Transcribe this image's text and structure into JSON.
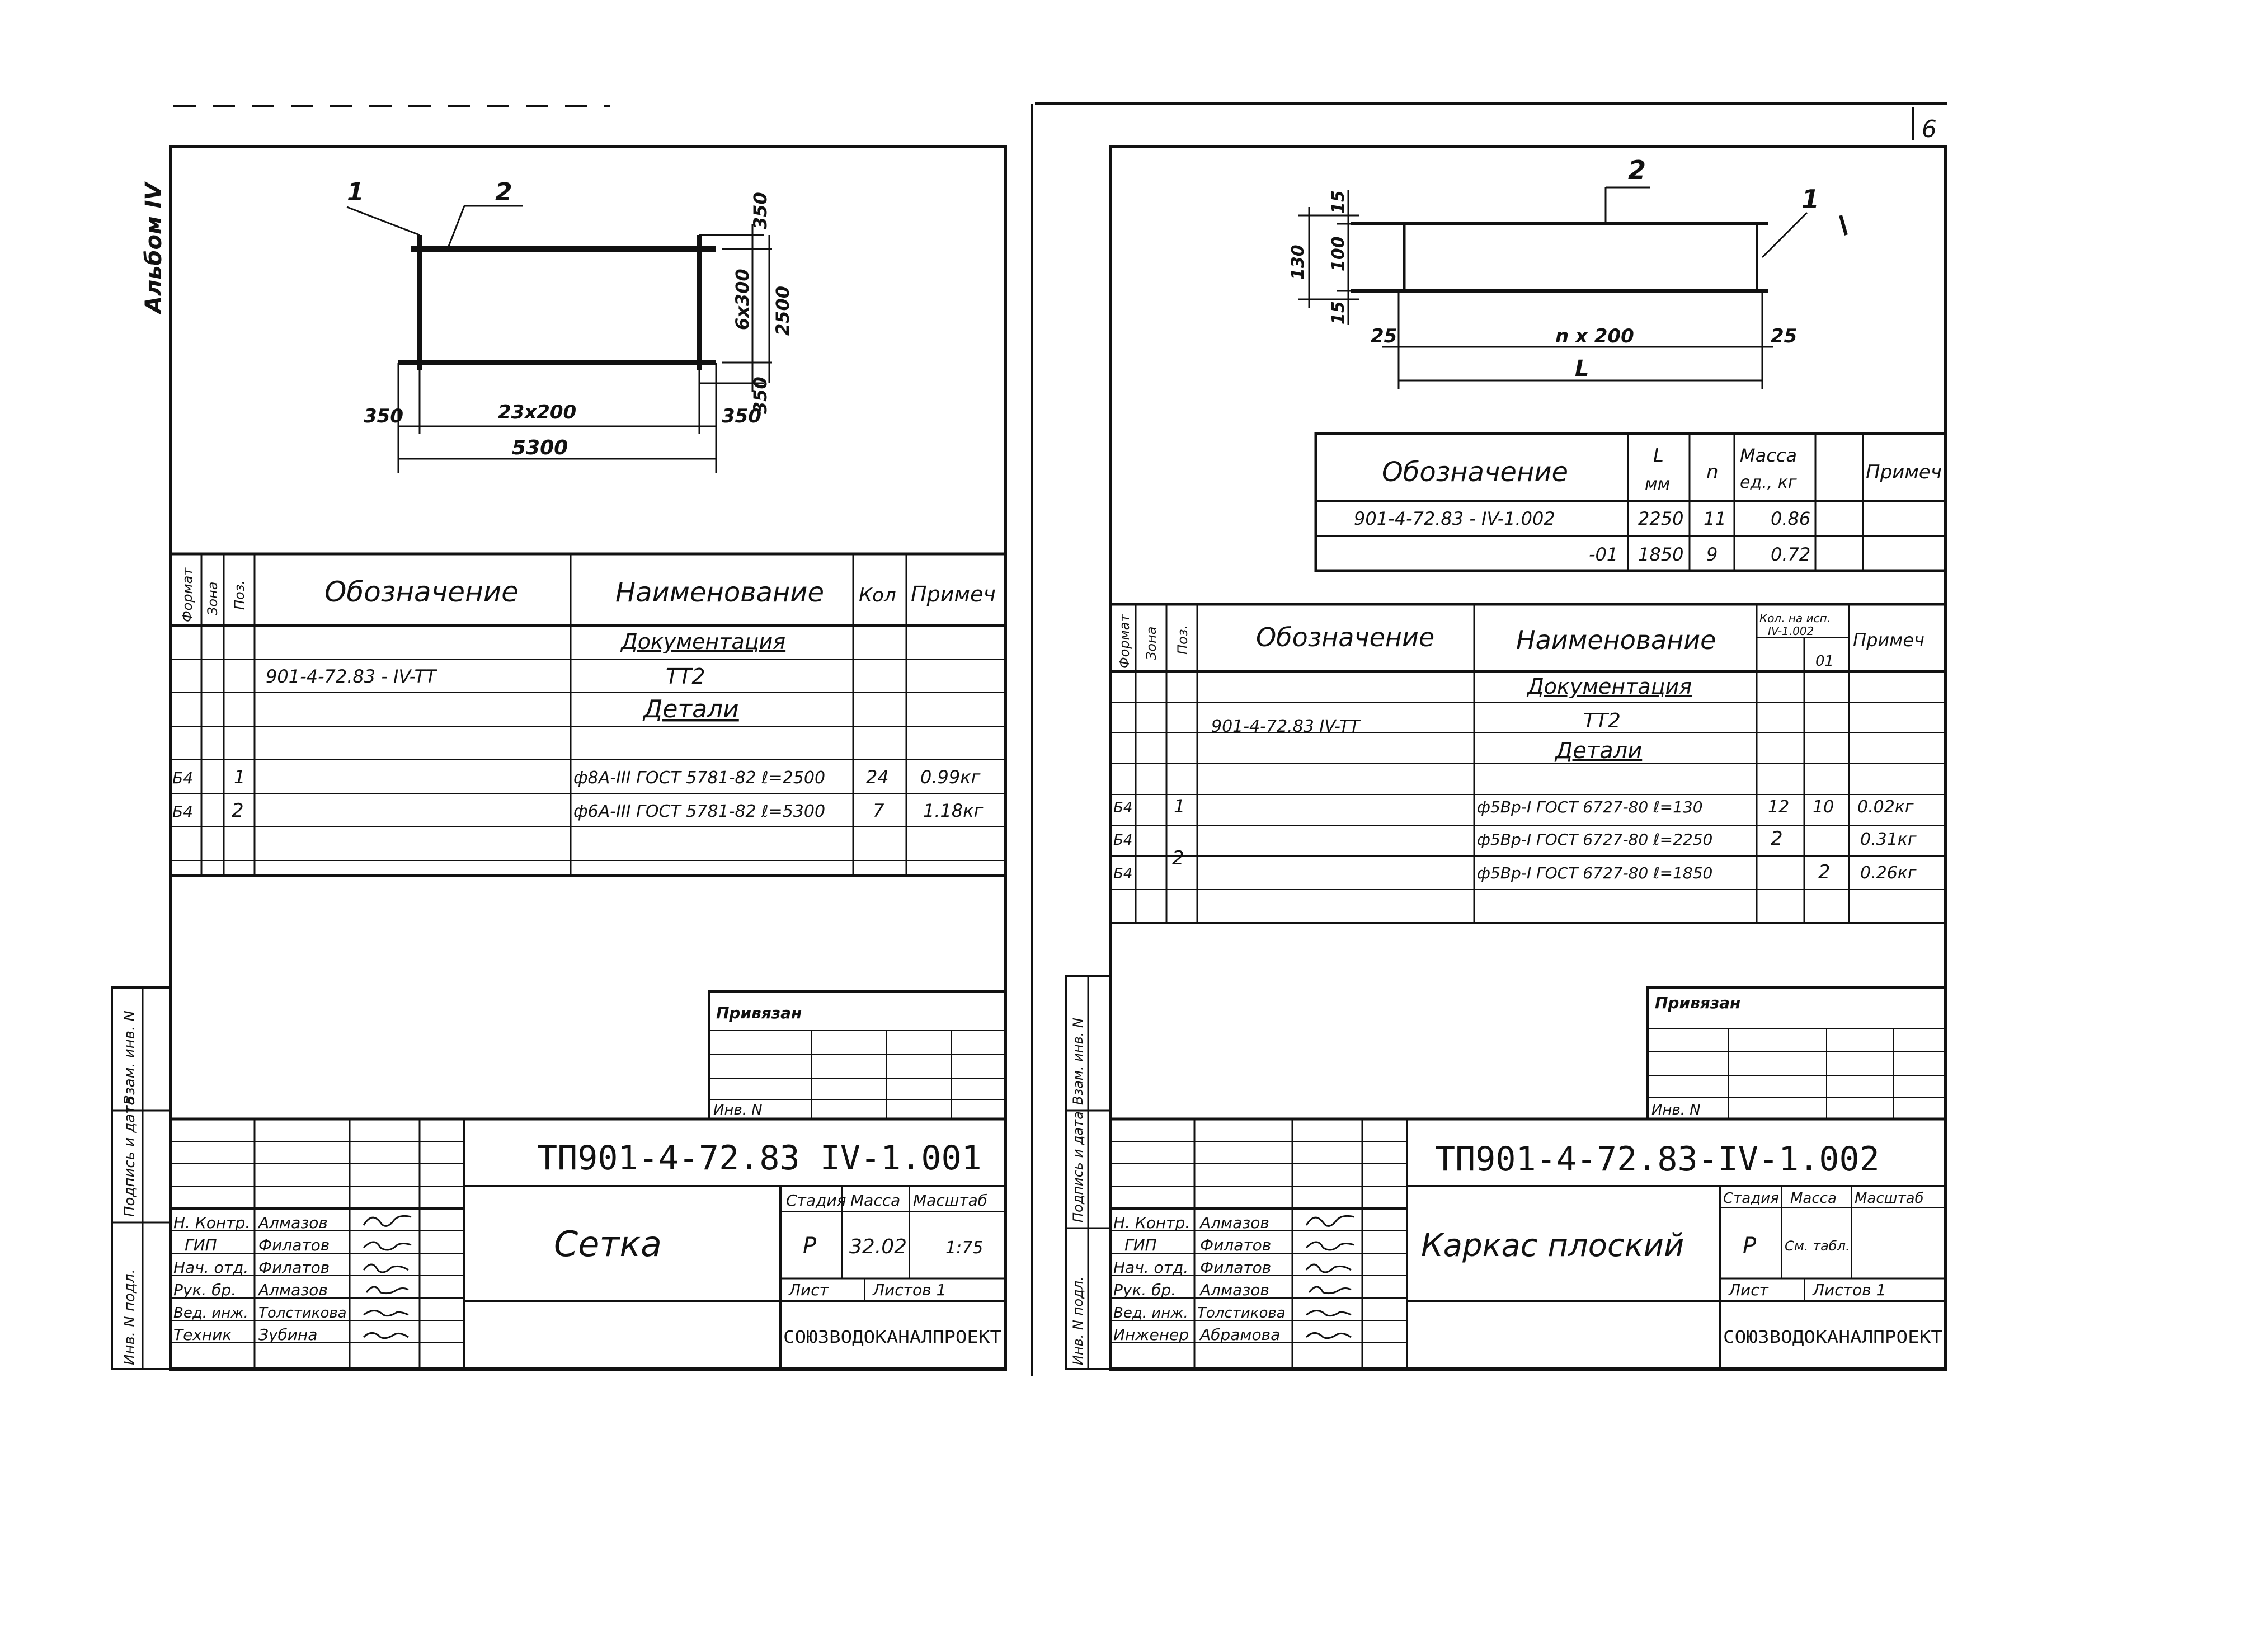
{
  "page_number": "6",
  "album_label": "Альбом IV",
  "side_labels": [
    "Инв. N подл.",
    "Подпись и дата",
    "Взам. инв. N"
  ],
  "sheet1": {
    "drawing": {
      "pos1": "1",
      "pos2": "2",
      "dim_top": "350",
      "dim_mid": "6x300",
      "dim_total": "2500",
      "dim_bottom": "350",
      "dim_left_end": "350",
      "dim_span": "23x200",
      "dim_right_end": "350",
      "dim_length": "5300"
    },
    "spec": {
      "headers": {
        "format": "Формат",
        "zone": "Зона",
        "pos": "Поз.",
        "designation": "Обозначение",
        "name": "Наименование",
        "qty": "Кол",
        "note": "Примеч"
      },
      "rows": [
        {
          "format": "",
          "zone": "",
          "pos": "",
          "designation": "",
          "name": "Документация",
          "qty": "",
          "note": ""
        },
        {
          "format": "",
          "zone": "",
          "pos": "",
          "designation": "901-4-72.83 - IV-TT",
          "name": "TT2",
          "qty": "",
          "note": ""
        },
        {
          "format": "",
          "zone": "",
          "pos": "",
          "designation": "",
          "name": "Детали",
          "qty": "",
          "note": ""
        },
        {
          "format": "Б4",
          "zone": "",
          "pos": "1",
          "designation": "",
          "name": "ф8А-III ГОСТ 5781-82 ℓ=2500",
          "qty": "24",
          "note": "0.99кг"
        },
        {
          "format": "Б4",
          "zone": "",
          "pos": "2",
          "designation": "",
          "name": "ф6А-III ГОСТ 5781-82 ℓ=5300",
          "qty": "7",
          "note": "1.18кг"
        }
      ]
    },
    "privyazan": "Привязан",
    "inv": "Инв. N",
    "doc_code": "ТП901-4-72.83 IV-1.001",
    "title": "Сетка",
    "stage_header": "Стадия",
    "stage": "Р",
    "mass_header": "Масса",
    "mass": "32.02",
    "scale_header": "Масштаб",
    "scale": "1:75",
    "sheet_label": "Лист",
    "sheets_label": "Листов 1",
    "org": "СОЮЗВОДОКАНАЛПРОЕКТ",
    "signers": [
      {
        "role": "Н. Контр.",
        "name": "Алмазов"
      },
      {
        "role": "ГИП",
        "name": "Филатов"
      },
      {
        "role": "Нач. отд.",
        "name": "Филатов"
      },
      {
        "role": "Рук. бр.",
        "name": "Алмазов"
      },
      {
        "role": "Вед. инж.",
        "name": "Толстикова"
      },
      {
        "role": "Техник",
        "name": "Зубина"
      }
    ]
  },
  "sheet2": {
    "drawing": {
      "pos1": "1",
      "pos2": "2",
      "dim_total": "130",
      "dim_top": "15",
      "dim_mid": "100",
      "dim_bottom": "15",
      "dim_left": "25",
      "dim_span": "n x 200",
      "dim_right": "25",
      "dim_length": "L"
    },
    "mark_table": {
      "headers": {
        "designation": "Обозначение",
        "L": "L",
        "L_unit": "мм",
        "n": "n",
        "mass": "Масса",
        "mass_unit": "ед., кг",
        "note": "Примеч"
      },
      "rows": [
        {
          "designation": "901-4-72.83 - IV-1.002",
          "L": "2250",
          "n": "11",
          "mass": "0.86",
          "note": ""
        },
        {
          "designation": "-01",
          "L": "1850",
          "n": "9",
          "mass": "0.72",
          "note": ""
        }
      ]
    },
    "spec": {
      "headers": {
        "format": "Формат",
        "zone": "Зона",
        "pos": "Поз.",
        "designation": "Обозначение",
        "name": "Наименование",
        "qty": "Кол. на исп.",
        "qty_sub1": "IV-1.002",
        "qty_sub2": "01",
        "note": "Примеч"
      },
      "rows": [
        {
          "format": "",
          "zone": "",
          "pos": "",
          "designation": "",
          "name": "Документация",
          "q1": "",
          "q2": "",
          "note": ""
        },
        {
          "format": "",
          "zone": "",
          "pos": "",
          "designation": "901-4-72.83 IV-TT",
          "name": "TT2",
          "q1": "",
          "q2": "",
          "note": ""
        },
        {
          "format": "",
          "zone": "",
          "pos": "",
          "designation": "",
          "name": "Детали",
          "q1": "",
          "q2": "",
          "note": ""
        },
        {
          "format": "Б4",
          "zone": "",
          "pos": "1",
          "designation": "",
          "name": "ф5Вр-I ГОСТ 6727-80 ℓ=130",
          "q1": "12",
          "q2": "10",
          "note": "0.02кг"
        },
        {
          "format": "Б4",
          "zone": "",
          "pos": "2",
          "designation": "",
          "name": "ф5Вр-I ГОСТ 6727-80 ℓ=2250",
          "q1": "2",
          "q2": "",
          "note": "0.31кг"
        },
        {
          "format": "Б4",
          "zone": "",
          "pos": "",
          "designation": "",
          "name": "ф5Вр-I ГОСТ 6727-80 ℓ=1850",
          "q1": "",
          "q2": "2",
          "note": "0.26кг"
        }
      ]
    },
    "privyazan": "Привязан",
    "inv": "Инв. N",
    "doc_code": "ТП901-4-72.83-IV-1.002",
    "title": "Каркас плоский",
    "stage_header": "Стадия",
    "stage": "Р",
    "mass_header": "Масса",
    "mass": "См. табл.",
    "scale_header": "Масштаб",
    "scale": "",
    "sheet_label": "Лист",
    "sheets_label": "Листов 1",
    "org": "СОЮЗВОДОКАНАЛПРОЕКТ",
    "signers": [
      {
        "role": "Н. Контр.",
        "name": "Алмазов"
      },
      {
        "role": "ГИП",
        "name": "Филатов"
      },
      {
        "role": "Нач. отд.",
        "name": "Филатов"
      },
      {
        "role": "Рук. бр.",
        "name": "Алмазов"
      },
      {
        "role": "Вед. инж.",
        "name": "Толстикова"
      },
      {
        "role": "Инженер",
        "name": "Абрамова"
      }
    ]
  }
}
